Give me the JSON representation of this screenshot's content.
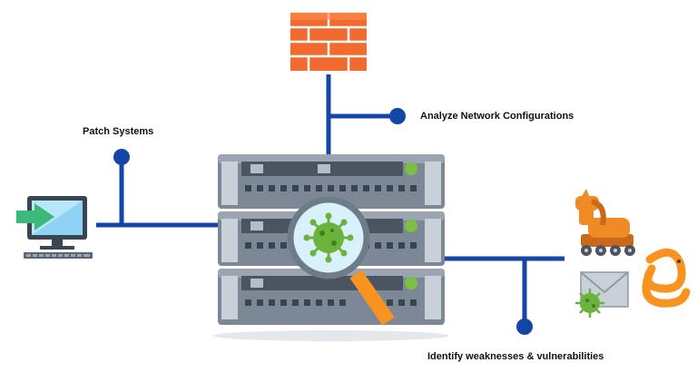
{
  "labels": {
    "patch_systems": "Patch Systems",
    "analyze_network": "Analyze Network Configurations",
    "identify_weaknesses": "Identify weaknesses & vulnerabilities"
  },
  "icons": [
    "firewall-icon",
    "computer-monitor-icon",
    "server-rack-icon",
    "magnifier-icon",
    "virus-icon",
    "trojan-horse-icon",
    "worm-icon",
    "infected-email-icon"
  ],
  "colors": {
    "connector_blue": "#1446a8",
    "firewall_orange": "#f26a2e",
    "server_gray": "#5b6673",
    "status_green": "#7bc043",
    "magnifier_orange": "#f7931e",
    "trojan_orange": "#f08a24"
  }
}
